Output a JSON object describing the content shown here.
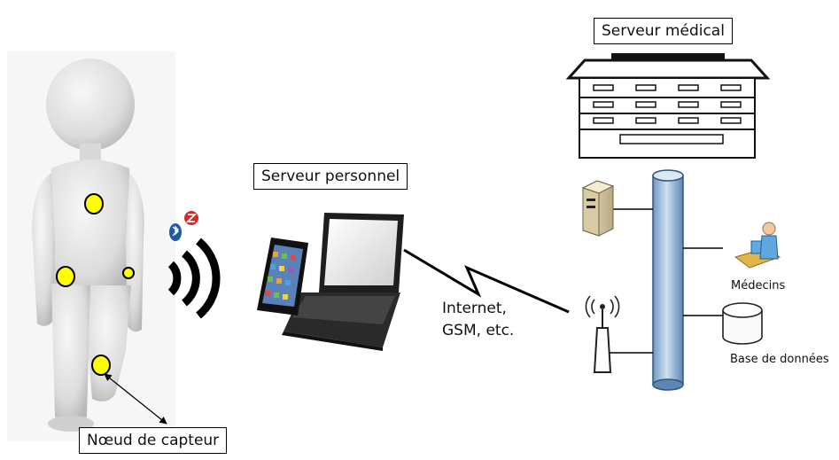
{
  "labels": {
    "sensor_node": "Nœud de capteur",
    "personal_server": "Serveur personnel",
    "medical_server": "Serveur médical",
    "network_line1": "Internet,",
    "network_line2": "GSM, etc.",
    "doctors": "Médecins",
    "database": "Base de données"
  },
  "icons": {
    "bluetooth": "bluetooth-icon",
    "zigbee": "zigbee-icon",
    "wireless": "wireless-waves-icon",
    "smartphone": "smartphone-icon",
    "laptop": "laptop-icon",
    "antenna": "antenna-icon",
    "workstation": "server-tower-icon",
    "doctor": "doctor-at-desk-icon",
    "database": "database-icon",
    "hospital": "hospital-building-icon"
  },
  "colors": {
    "sensor_dot": "#ffff00",
    "bus_pipe": "#9fbfdc",
    "bluetooth": "#1d5aa8",
    "zigbee": "#d12c2c"
  }
}
